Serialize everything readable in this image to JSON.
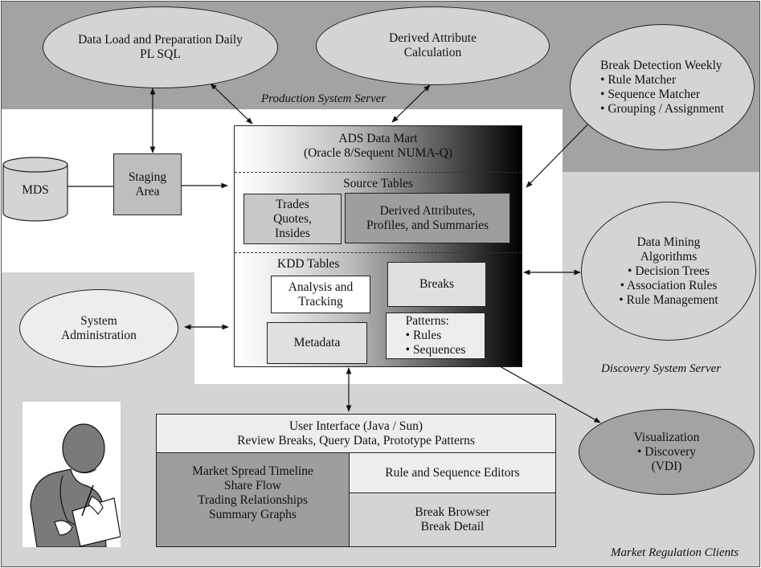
{
  "zones": {
    "production": "Production System Server",
    "discovery": "Discovery System Server",
    "clients": "Market Regulation Clients"
  },
  "production_nodes": {
    "data_load": [
      "Data Load and Preparation Daily",
      "PL SQL"
    ],
    "derived_attribute": [
      "Derived Attribute",
      "Calculation"
    ],
    "break_detection": {
      "title": "Break Detection Weekly",
      "items": [
        "Rule Matcher",
        "Sequence Matcher",
        "Grouping / Assignment"
      ]
    }
  },
  "left_nodes": {
    "mds": "MDS",
    "staging": [
      "Staging",
      "Area"
    ],
    "system_admin": [
      "System",
      "Administration"
    ]
  },
  "data_mart": {
    "title": [
      "ADS Data Mart",
      "(Oracle 8/Sequent NUMA-Q)"
    ],
    "source_tables": "Source Tables",
    "trades": [
      "Trades",
      "Quotes,",
      "Insides"
    ],
    "derived": [
      "Derived Attributes,",
      "Profiles, and Summaries"
    ],
    "kdd_tables": "KDD Tables",
    "analysis": [
      "Analysis and",
      "Tracking"
    ],
    "breaks": "Breaks",
    "metadata": "Metadata",
    "patterns": {
      "title": "Patterns:",
      "items": [
        "Rules",
        "Sequences"
      ]
    }
  },
  "discovery_nodes": {
    "data_mining": {
      "title": [
        "Data Mining",
        "Algorithms"
      ],
      "items": [
        "Decision Trees",
        "Association Rules",
        "Rule Management"
      ]
    },
    "visualization": {
      "title": "Visualization",
      "items": [
        "Discovery"
      ],
      "note": "(VDI)"
    }
  },
  "user_interface": {
    "header": [
      "User Interface (Java / Sun)",
      "Review Breaks, Query Data, Prototype Patterns"
    ],
    "left": [
      "Market Spread Timeline",
      "Share Flow",
      "Trading Relationships",
      "Summary Graphs"
    ],
    "rule_editors": "Rule and Sequence Editors",
    "break_browser": [
      "Break Browser",
      "Break Detail"
    ]
  },
  "colors": {
    "dark_gray": "#a3a3a3",
    "light_gray": "#d4d4d4",
    "mid_gray": "#9e9e9e"
  }
}
